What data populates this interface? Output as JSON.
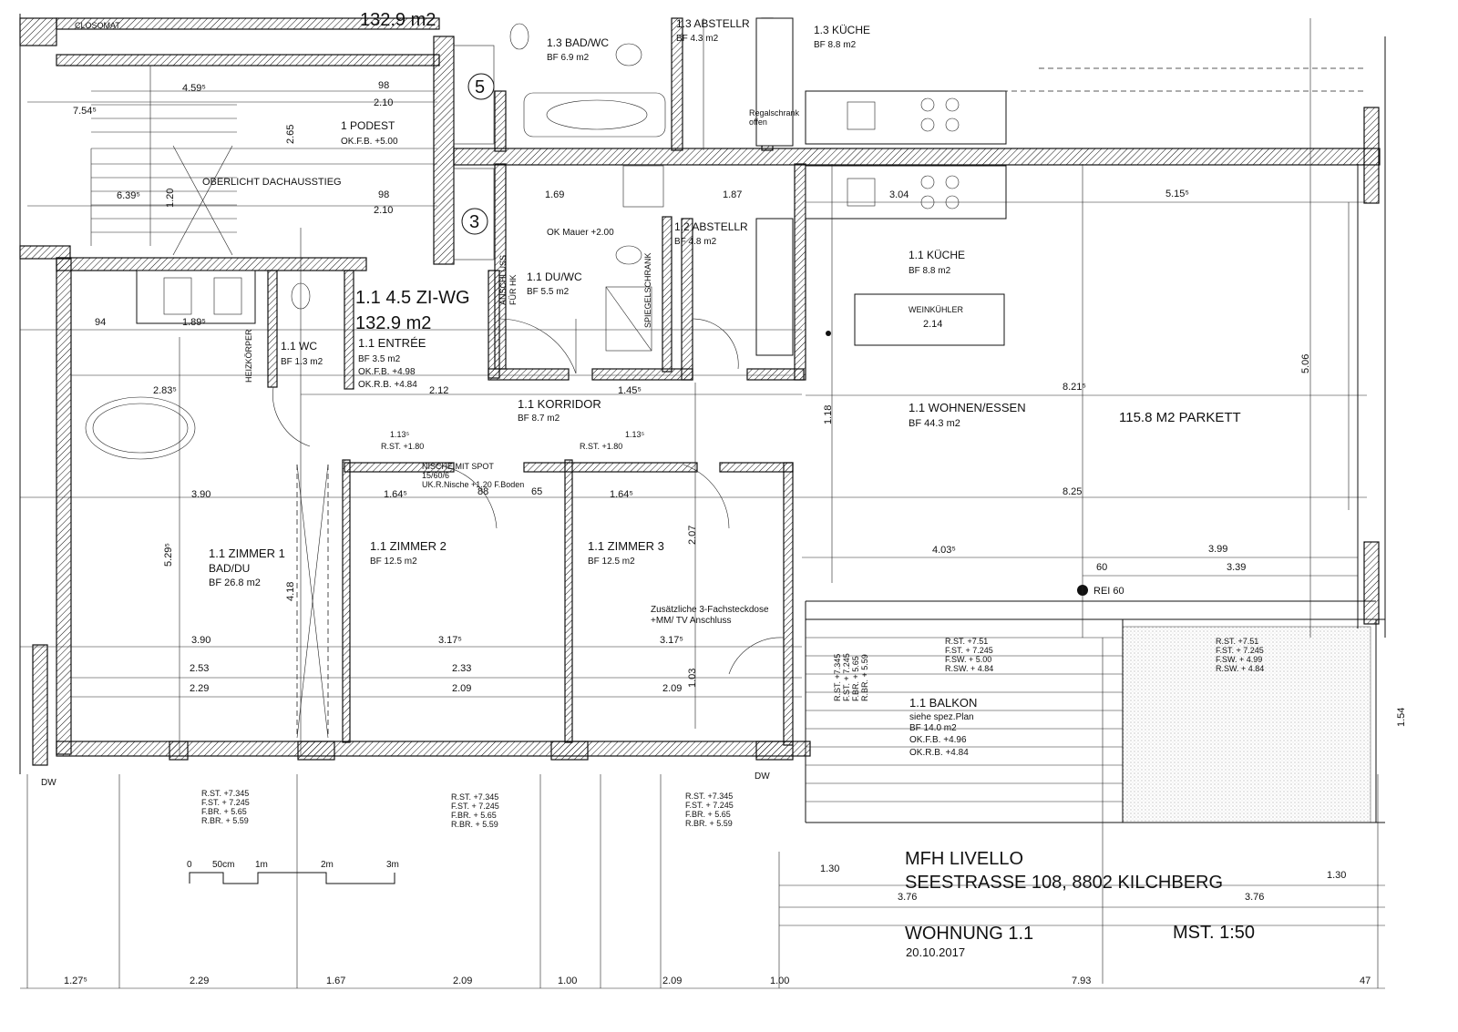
{
  "plan": {
    "apartment_label": "1.1 4.5 ZI-WG",
    "apartment_area": "132.9 m2",
    "top_area_cut": "132.9 m2",
    "parquet": "115.8 M2 PARKETT",
    "rei": "REI 60",
    "dw": "DW",
    "niche": [
      "NISCHE MIT SPOT",
      "15/60/6",
      "UK.R.Nische +1.20 F.Boden"
    ],
    "socket": [
      "Zusätzliche 3-Fachsteckdose",
      "+MM/ TV Anschluss"
    ],
    "ok_mauer": "OK Mauer +2.00",
    "weinkuehler": "WEINKÜHLER",
    "weinkuehler_dim": "2.14",
    "oberlicht": "OBERLICHT DACHAUSSTIEG",
    "regalschrank": [
      "Regalschrank",
      "offen"
    ],
    "anschluss": [
      "ANSCHLUSS",
      "FÜR HK"
    ],
    "spiegelschrank": "SPIEGELSCHRANK",
    "heizkoerper": "HEIZKÖRPER",
    "closomat": "CLOSOMAT",
    "stair_numbers": [
      "5",
      "3"
    ]
  },
  "rooms": [
    {
      "name": "1.1 ENTRÉE",
      "lines": [
        "BF      3.5 m2",
        "OK.F.B.    +4.98",
        "OK.R.B.    +4.84"
      ]
    },
    {
      "name": "1.1 WC",
      "lines": [
        "BF 1.3 m2"
      ]
    },
    {
      "name": "1.1 DU/WC",
      "lines": [
        "BF    5.5 m2"
      ]
    },
    {
      "name": "1.2 ABSTELLR",
      "lines": [
        "BF     4.8 m2"
      ]
    },
    {
      "name": "1.1 KÜCHE",
      "lines": [
        "BF    8.8 m2"
      ]
    },
    {
      "name": "1.1 KORRIDOR",
      "lines": [
        "BF      8.7 m2"
      ]
    },
    {
      "name": "1.1 WOHNEN/ESSEN",
      "lines": [
        "BF  44.3 m2"
      ]
    },
    {
      "name": "1.1 ZIMMER 1",
      "lines": [
        "BAD/DU",
        "BF  26.8 m2"
      ]
    },
    {
      "name": "1.1 ZIMMER 2",
      "lines": [
        "BF      12.5 m2"
      ]
    },
    {
      "name": "1.1 ZIMMER 3",
      "lines": [
        "BF      12.5 m2"
      ]
    },
    {
      "name": "1.1 BALKON",
      "lines": [
        "siehe spez.Plan",
        "BF  14.0 m2",
        "OK.F.B.    +4.96",
        "OK.R.B.    +4.84"
      ]
    },
    {
      "name": "1.3 BAD/WC",
      "lines": [
        "BF    6.9 m2"
      ]
    },
    {
      "name": "1.3 ABSTELLR",
      "lines": [
        "BF     4.3 m2"
      ]
    },
    {
      "name": "1.3 KÜCHE",
      "lines": [
        "BF     8.8 m2"
      ]
    },
    {
      "name": "1 PODEST",
      "lines": [
        "OK.F.B.    +5.00"
      ]
    }
  ],
  "levels": {
    "window_a": [
      "R.ST.  +7.345",
      "F.ST.  + 7.245",
      "F.BR.  + 5.65",
      "R.BR.  + 5.59"
    ],
    "window_balcony_left": [
      "R.ST.  +7.51",
      "F.ST.  + 7.245",
      "F.SW.  + 5.00",
      "R.SW.  + 4.84"
    ],
    "window_balcony_right": [
      "R.ST.  +7.51",
      "F.ST.  + 7.245",
      "F.SW.  + 4.99",
      "R.SW.  + 4.84"
    ],
    "rst_small": [
      "R.ST. +1.80",
      "R.ST. +1.80"
    ]
  },
  "scale_bar": {
    "labels": [
      "0",
      "50cm",
      "1m",
      "2m",
      "3m"
    ]
  },
  "title_block": {
    "project": "MFH LIVELLO",
    "address": "SEESTRASSE 108, 8802 KILCHBERG",
    "unit": "WOHNUNG 1.1",
    "scale": "MST. 1:50",
    "date": "20.10.2017"
  },
  "dimensions": {
    "bottom_chain": [
      "1.27⁵",
      "2.29",
      "1.67",
      "2.09",
      "1.00",
      "2.09",
      "1.00",
      "7.93",
      "47"
    ],
    "row_390": [
      "3.90",
      "3.90"
    ],
    "misc": [
      "7.54⁵",
      "4.59⁵",
      "6.39⁵",
      "2.10",
      "2.10",
      "2.65",
      "1.20",
      "98",
      "98",
      "1.69",
      "1.87",
      "5.15⁵",
      "3.04",
      "8.21⁵",
      "8.25",
      "4.03⁵",
      "3.99",
      "3.39",
      "60",
      "5.06",
      "1.18",
      "2.53",
      "2.29",
      "2.33",
      "2.09",
      "2.09",
      "1.64⁵",
      "1.64⁵",
      "3.17⁵",
      "3.17⁵",
      "2.83⁵",
      "1.89⁵",
      "94",
      "88",
      "65",
      "2.12",
      "1.45⁵",
      "1.30",
      "1.30",
      "3.76",
      "3.76",
      "1.54",
      "1.03",
      "2.07",
      "4.18",
      "5.29⁵",
      "1.13⁵",
      "1.13⁵"
    ]
  },
  "colors": {
    "ink": "#111111",
    "paper": "#ffffff",
    "balcony_fill": "#e6e6e6"
  }
}
